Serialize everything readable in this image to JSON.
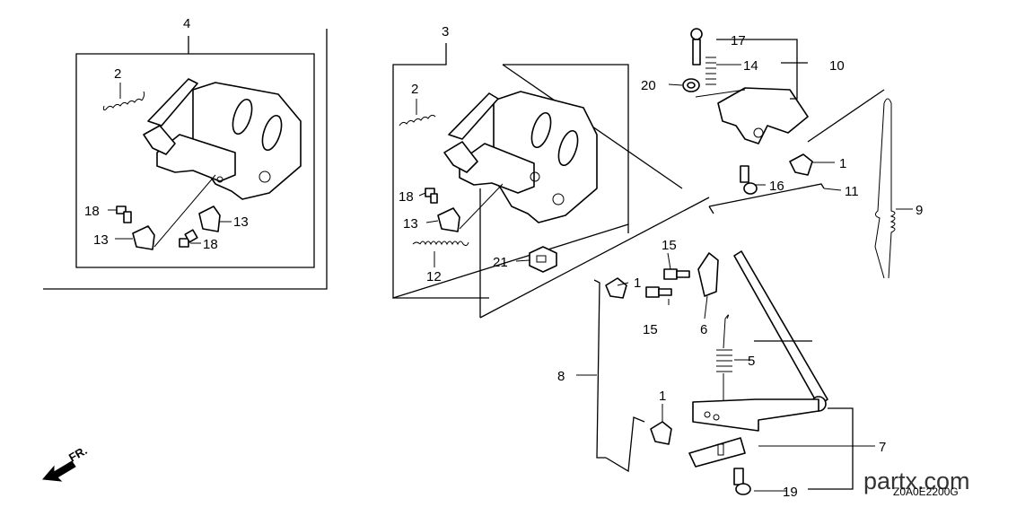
{
  "labels": [
    {
      "id": "l4",
      "text": "4"
    },
    {
      "id": "l2a",
      "text": "2"
    },
    {
      "id": "l18a",
      "text": "18"
    },
    {
      "id": "l13a",
      "text": "13"
    },
    {
      "id": "l13b",
      "text": "13"
    },
    {
      "id": "l18b",
      "text": "18"
    },
    {
      "id": "l3",
      "text": "3"
    },
    {
      "id": "l2b",
      "text": "2"
    },
    {
      "id": "l18c",
      "text": "18"
    },
    {
      "id": "l13c",
      "text": "13"
    },
    {
      "id": "l12",
      "text": "12"
    },
    {
      "id": "l21",
      "text": "21"
    },
    {
      "id": "l17",
      "text": "17"
    },
    {
      "id": "l14",
      "text": "14"
    },
    {
      "id": "l10",
      "text": "10"
    },
    {
      "id": "l20",
      "text": "20"
    },
    {
      "id": "l1a",
      "text": "1"
    },
    {
      "id": "l16",
      "text": "16"
    },
    {
      "id": "l11",
      "text": "11"
    },
    {
      "id": "l9",
      "text": "9"
    },
    {
      "id": "l15a",
      "text": "15"
    },
    {
      "id": "l1b",
      "text": "1"
    },
    {
      "id": "l15b",
      "text": "15"
    },
    {
      "id": "l6",
      "text": "6"
    },
    {
      "id": "l5",
      "text": "5"
    },
    {
      "id": "l8",
      "text": "8"
    },
    {
      "id": "l1c",
      "text": "1"
    },
    {
      "id": "l7",
      "text": "7"
    },
    {
      "id": "l19",
      "text": "19"
    }
  ],
  "direction_label": "FR.",
  "watermark": "partx.com",
  "diagram_code": "Z0A0E2200G"
}
